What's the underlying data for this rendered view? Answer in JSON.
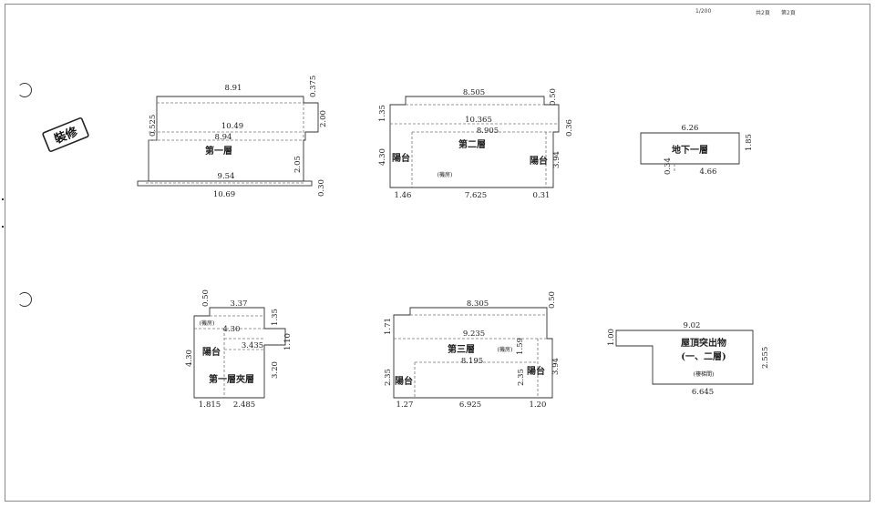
{
  "header": {
    "scale": "1/200",
    "pages": "共2頁",
    "page": "第2頁"
  },
  "stamp": {
    "text": "裝修"
  },
  "floor1": {
    "label": "第一層",
    "d_top": "8.91",
    "d_notch": "0.375",
    "d_right_upper": "2.00",
    "d_left": "0.525",
    "d_mid": "10.49",
    "d_inner": "8.94",
    "d_right_lower": "2.05",
    "d_base_inner": "9.54",
    "d_base_outer": "10.69",
    "d_base_h": "0.30"
  },
  "floor2": {
    "label": "第二層",
    "balcony_left": "陽台",
    "balcony_right": "陽台",
    "room": "(機房)",
    "d_top": "8.505",
    "d_top_h": "0.50",
    "d_left_upper": "1.35",
    "d_mid": "10.365",
    "d_inner": "8.905",
    "d_right_small": "0.36",
    "d_left_h": "4.30",
    "d_right_h": "3.94",
    "d_bottom_left": "1.46",
    "d_bottom_mid": "7.625",
    "d_bottom_right": "0.31"
  },
  "basement": {
    "label": "地下一層",
    "d_top": "6.26",
    "d_right": "1.85",
    "d_left": "0.34",
    "d_bottom": "4.66"
  },
  "mezzanine": {
    "label": "第一層夾層",
    "balcony": "陽台",
    "room": "(機房)",
    "d_top_left": "0.50",
    "d_top": "3.37",
    "d_right_upper": "1.35",
    "d_mid": "4.30",
    "d_inner": "3.435",
    "d_right_mid": "1.10",
    "d_left_h": "4.30",
    "d_right_lower": "3.20",
    "d_bottom_left": "1.815",
    "d_bottom_right": "2.485"
  },
  "floor3": {
    "label": "第三層",
    "balcony_left": "陽台",
    "balcony_right": "陽台",
    "room": "(機房)",
    "d_top": "8.305",
    "d_top_h": "0.50",
    "d_left_upper": "1.71",
    "d_mid": "9.235",
    "d_inner": "8.195",
    "d_right_inner": "1.59",
    "d_left_lower": "2.35",
    "d_right_lower": "2.35",
    "d_right_h": "3.94",
    "d_bottom_left": "1.27",
    "d_bottom_mid": "6.925",
    "d_bottom_right": "1.20"
  },
  "roof": {
    "label": "屋頂突出物",
    "sublabel": "(一、二層)",
    "room": "(樓梯間)",
    "d_top": "9.02",
    "d_left": "1.00",
    "d_right": "2.555",
    "d_bottom": "6.645"
  }
}
